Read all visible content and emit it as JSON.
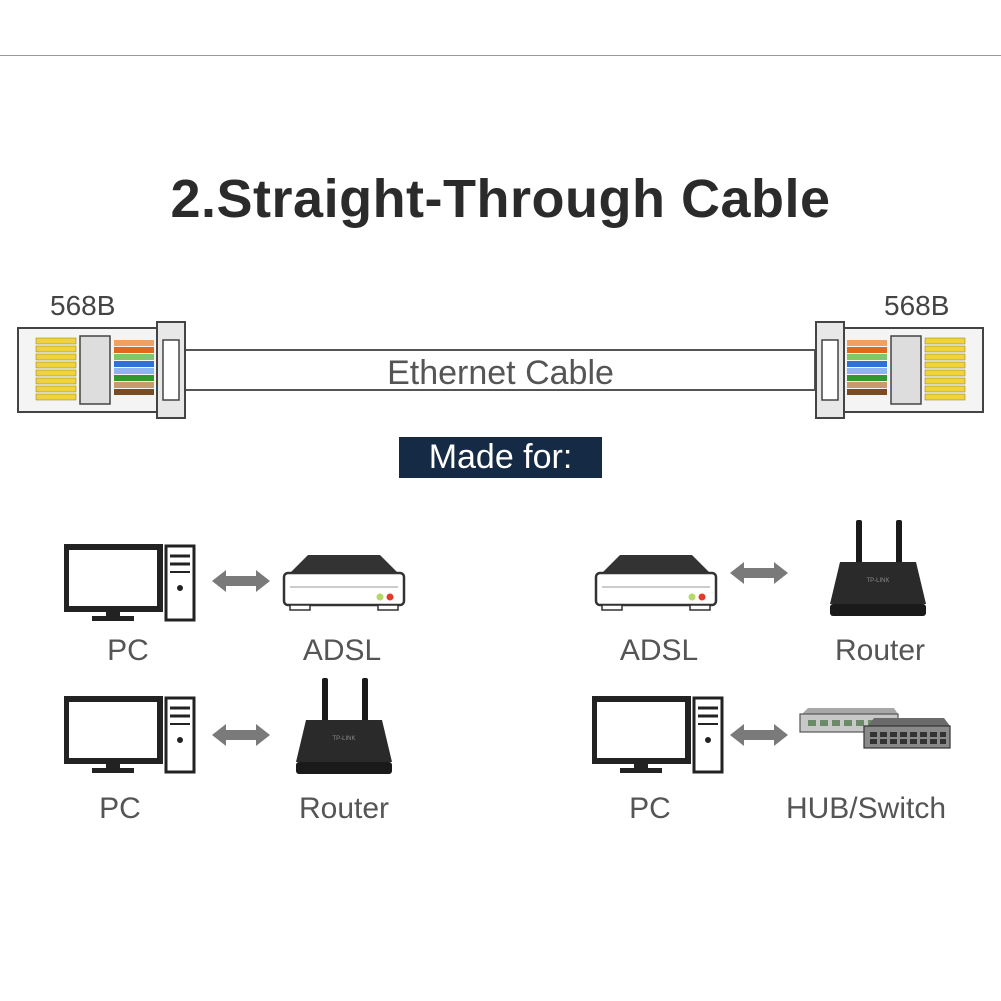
{
  "title": "2.Straight-Through Cable",
  "cable": {
    "left_standard": "568B",
    "right_standard": "568B",
    "label": "Ethernet Cable"
  },
  "made_for": "Made for:",
  "pairs": [
    {
      "left": "PC",
      "right": "ADSL"
    },
    {
      "left": "ADSL",
      "right": "Router"
    },
    {
      "left": "PC",
      "right": "Router"
    },
    {
      "left": "PC",
      "right": "HUB/Switch"
    }
  ],
  "colors": {
    "badge_bg": "#152a45",
    "pin_gold": "#f2d23a",
    "arrow_grey": "#6f6f6f"
  }
}
